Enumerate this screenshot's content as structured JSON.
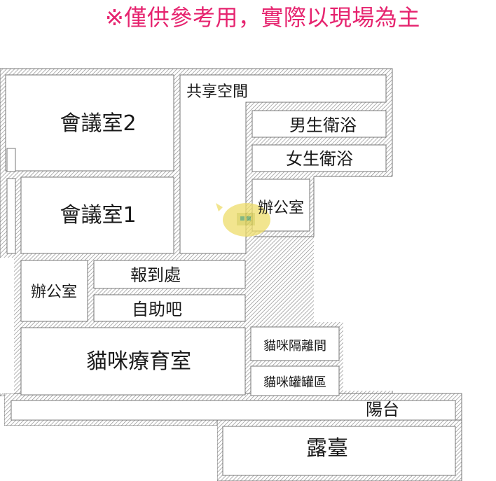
{
  "notice": "※僅供參考用，實際以現場為主",
  "rooms": {
    "meeting2": "會議室2",
    "meeting1": "會議室1",
    "shared": "共享空間",
    "mens_restroom": "男生衛浴",
    "womens_restroom": "女生衛浴",
    "office_right": "辦公室",
    "office_left": "辦公室",
    "reception": "報到處",
    "self_bar": "自助吧",
    "cat_therapy": "貓咪療育室",
    "cat_isolation": "貓咪隔離間",
    "cat_can_area": "貓咪罐罐區",
    "balcony": "陽台",
    "terrace": "露臺"
  },
  "colors": {
    "notice": "#e6246f",
    "wall": "#8a8a8a",
    "hatch": "#9a9a9a",
    "watermark": "#e9d85a"
  }
}
